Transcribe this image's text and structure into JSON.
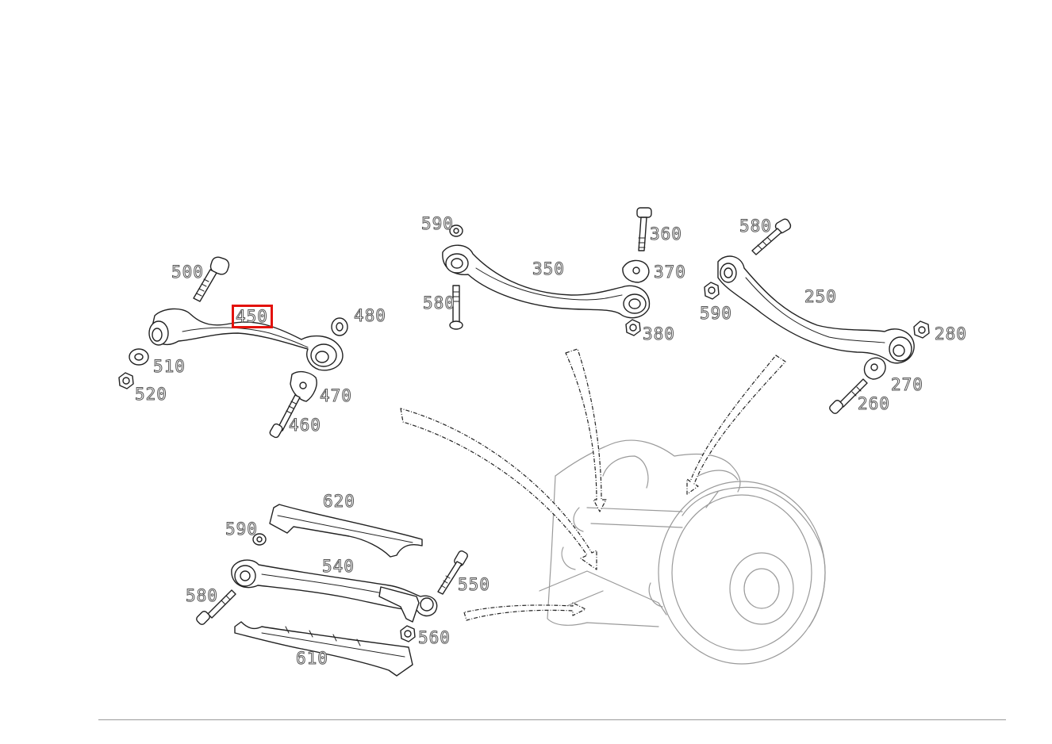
{
  "diagram": {
    "callouts": [
      {
        "id": "c500",
        "label": "500",
        "highlighted": false
      },
      {
        "id": "c450",
        "label": "450",
        "highlighted": true
      },
      {
        "id": "c480",
        "label": "480",
        "highlighted": false
      },
      {
        "id": "c510",
        "label": "510",
        "highlighted": false
      },
      {
        "id": "c520",
        "label": "520",
        "highlighted": false
      },
      {
        "id": "c470",
        "label": "470",
        "highlighted": false
      },
      {
        "id": "c460",
        "label": "460",
        "highlighted": false
      },
      {
        "id": "c590a",
        "label": "590",
        "highlighted": false
      },
      {
        "id": "c360",
        "label": "360",
        "highlighted": false
      },
      {
        "id": "c350",
        "label": "350",
        "highlighted": false
      },
      {
        "id": "c370",
        "label": "370",
        "highlighted": false
      },
      {
        "id": "c580a",
        "label": "580",
        "highlighted": false
      },
      {
        "id": "c380",
        "label": "380",
        "highlighted": false
      },
      {
        "id": "c580b",
        "label": "580",
        "highlighted": false
      },
      {
        "id": "c590b",
        "label": "590",
        "highlighted": false
      },
      {
        "id": "c250",
        "label": "250",
        "highlighted": false
      },
      {
        "id": "c280",
        "label": "280",
        "highlighted": false
      },
      {
        "id": "c270",
        "label": "270",
        "highlighted": false
      },
      {
        "id": "c260",
        "label": "260",
        "highlighted": false
      },
      {
        "id": "c620",
        "label": "620",
        "highlighted": false
      },
      {
        "id": "c590c",
        "label": "590",
        "highlighted": false
      },
      {
        "id": "c540",
        "label": "540",
        "highlighted": false
      },
      {
        "id": "c550",
        "label": "550",
        "highlighted": false
      },
      {
        "id": "c580c",
        "label": "580",
        "highlighted": false
      },
      {
        "id": "c560",
        "label": "560",
        "highlighted": false
      },
      {
        "id": "c610",
        "label": "610",
        "highlighted": false
      }
    ],
    "highlight_color": "#e3120b",
    "line_color": "#222222",
    "label_outline_color": "#555555"
  }
}
